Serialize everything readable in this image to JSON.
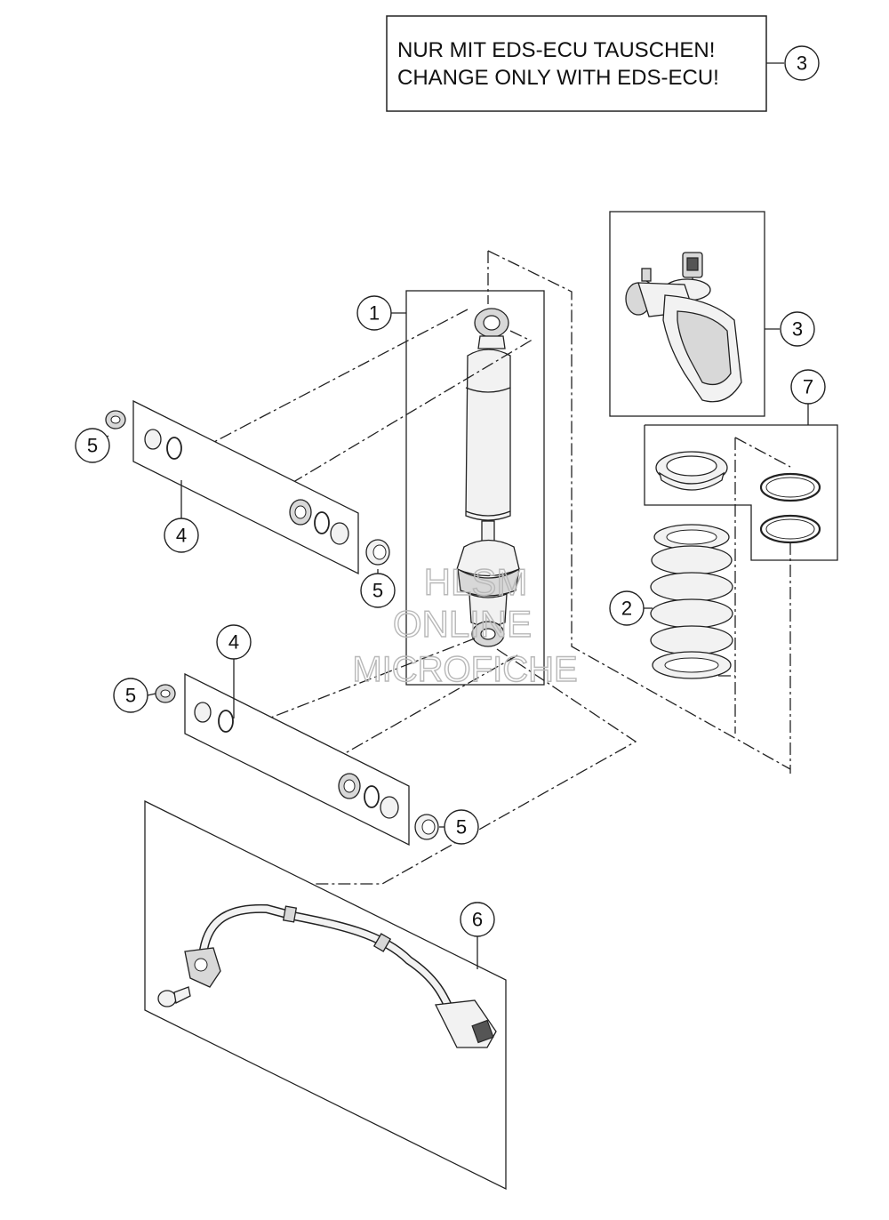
{
  "notice": {
    "line_de": "NUR MIT EDS-ECU TAUSCHEN!",
    "line_en": "CHANGE ONLY WITH EDS-ECU!",
    "ref": "3"
  },
  "callouts": {
    "shock_absorber": "1",
    "spring": "2",
    "eds_actuator": "3",
    "bushing_kit_upper": "4",
    "bushing_kit_lower": "4",
    "sleeve_upper_left": "5",
    "sleeve_upper_right": "5",
    "sleeve_lower_left": "5",
    "sleeve_lower_right": "5",
    "wiring_harness": "6",
    "spring_seat_kit": "7"
  },
  "watermark": {
    "line1": "HLSM",
    "line2": "ONLINE",
    "line3": "MICROFICHE"
  }
}
